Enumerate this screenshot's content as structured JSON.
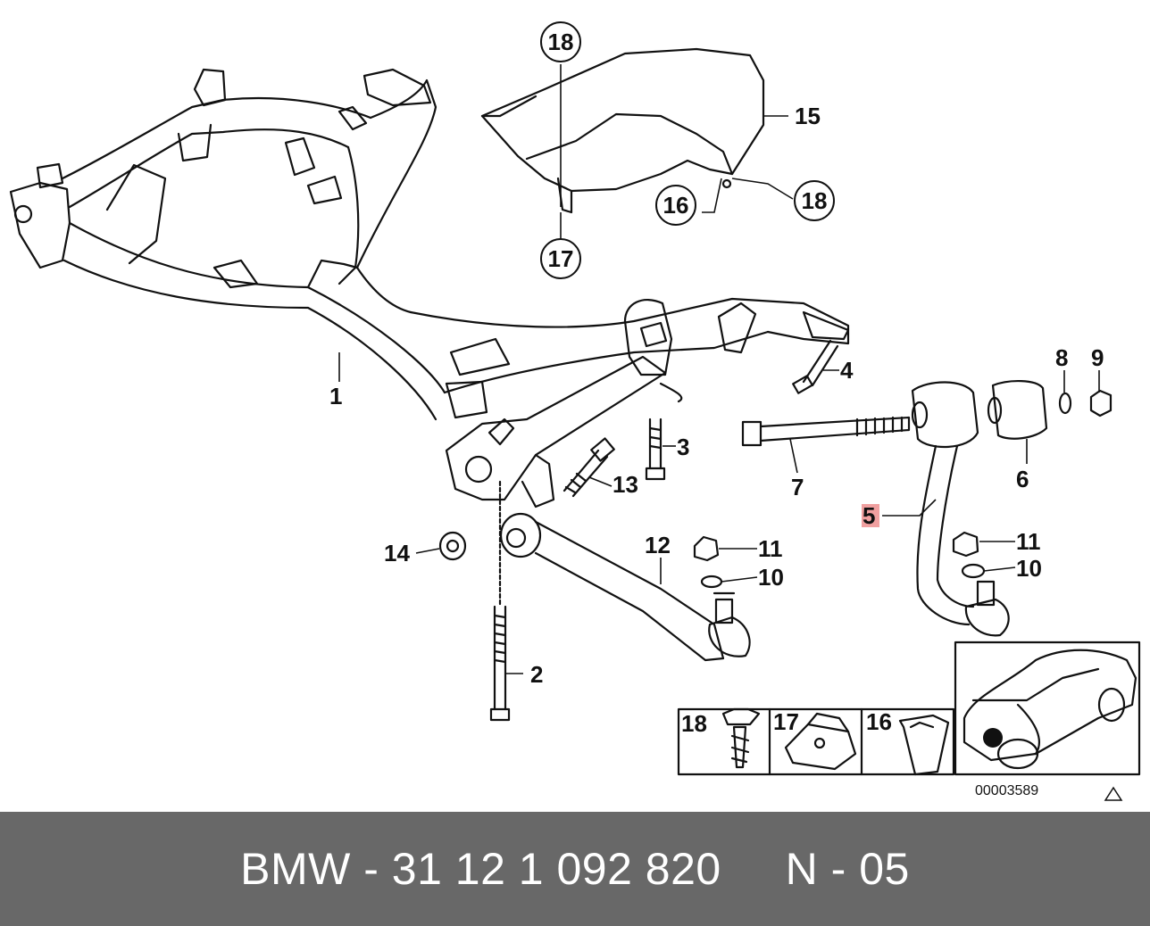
{
  "diagram": {
    "callouts": {
      "c1": "1",
      "c2": "2",
      "c3": "3",
      "c4": "4",
      "c5": "5",
      "c6": "6",
      "c7": "7",
      "c8": "8",
      "c9": "9",
      "c10a": "10",
      "c10b": "10",
      "c11a": "11",
      "c11b": "11",
      "c12": "12",
      "c13": "13",
      "c14": "14",
      "c15": "15",
      "c16": "16",
      "c17": "17",
      "c18a": "18",
      "c18b": "18"
    },
    "highlight_color": "#f0a0a0",
    "inset_labels": {
      "i18": "18",
      "i17": "17",
      "i16": "16"
    },
    "drawing_number": "00003589",
    "warning_icon": "triangle-icon"
  },
  "footer": {
    "text": "BMW - 31 12 1 092 820     N - 05",
    "background": "#686868",
    "color": "#ffffff"
  }
}
